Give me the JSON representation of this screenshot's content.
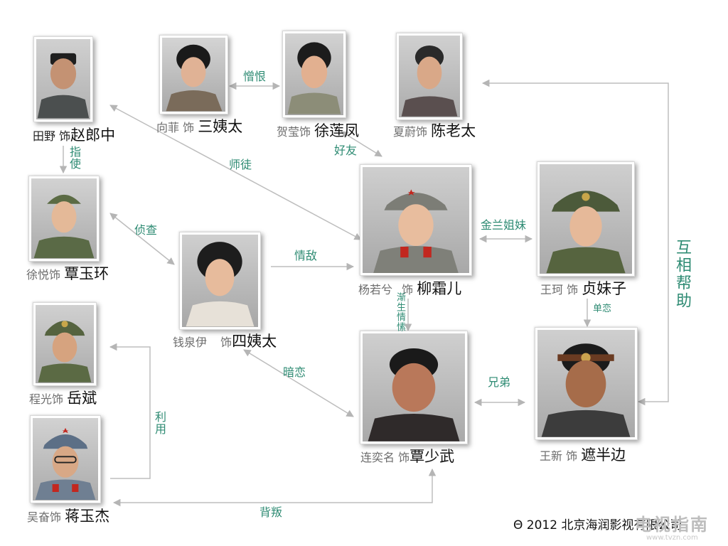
{
  "characters": {
    "zhao": {
      "actor": "田野 饰",
      "role": "赵郎中"
    },
    "san": {
      "actor": "向菲 饰",
      "role": "三姨太"
    },
    "xu": {
      "actor": "贺莹饰",
      "role": "徐莲凤"
    },
    "chen": {
      "actor": "夏蔚饰",
      "role": "陈老太"
    },
    "qin_yh": {
      "actor": "徐悦饰",
      "role": "覃玉环"
    },
    "si": {
      "actor": "钱泉伊",
      "actor2": "饰",
      "role": "四姨太"
    },
    "liu": {
      "actor": "杨若兮",
      "actor2": "饰",
      "role": "柳霜儿"
    },
    "zhen": {
      "actor": "王珂 饰",
      "role": "贞妹子"
    },
    "yue": {
      "actor": "程光饰",
      "role": "岳斌"
    },
    "jiang": {
      "actor": "吴奋饰",
      "role": "蒋玉杰"
    },
    "qin_sw": {
      "actor": "连奕名 饰",
      "role": "覃少武"
    },
    "zhe": {
      "actor": "王新 饰",
      "role": "遮半边"
    }
  },
  "relations": {
    "zengen": "憎恨",
    "haoyou": "好友",
    "shitu": "师徒",
    "zhishi": "指使",
    "zhencha": "侦查",
    "qingdi": "情敌",
    "jinlan": "金兰姐妹",
    "huxiang": "互相帮助",
    "jiansheng": "渐生情愫",
    "danlian": "单恋",
    "anlian": "暗恋",
    "xiongdi": "兄弟",
    "liyong": "利用",
    "beipan": "背叛"
  },
  "footer": {
    "copyright": "Θ  2012  北京海润影视有限公司",
    "watermark": "电视指南",
    "watermark_url": "www.tvzn.com"
  },
  "colors": {
    "line": "#bdbdbd",
    "relation_text": "#2e8b73"
  }
}
